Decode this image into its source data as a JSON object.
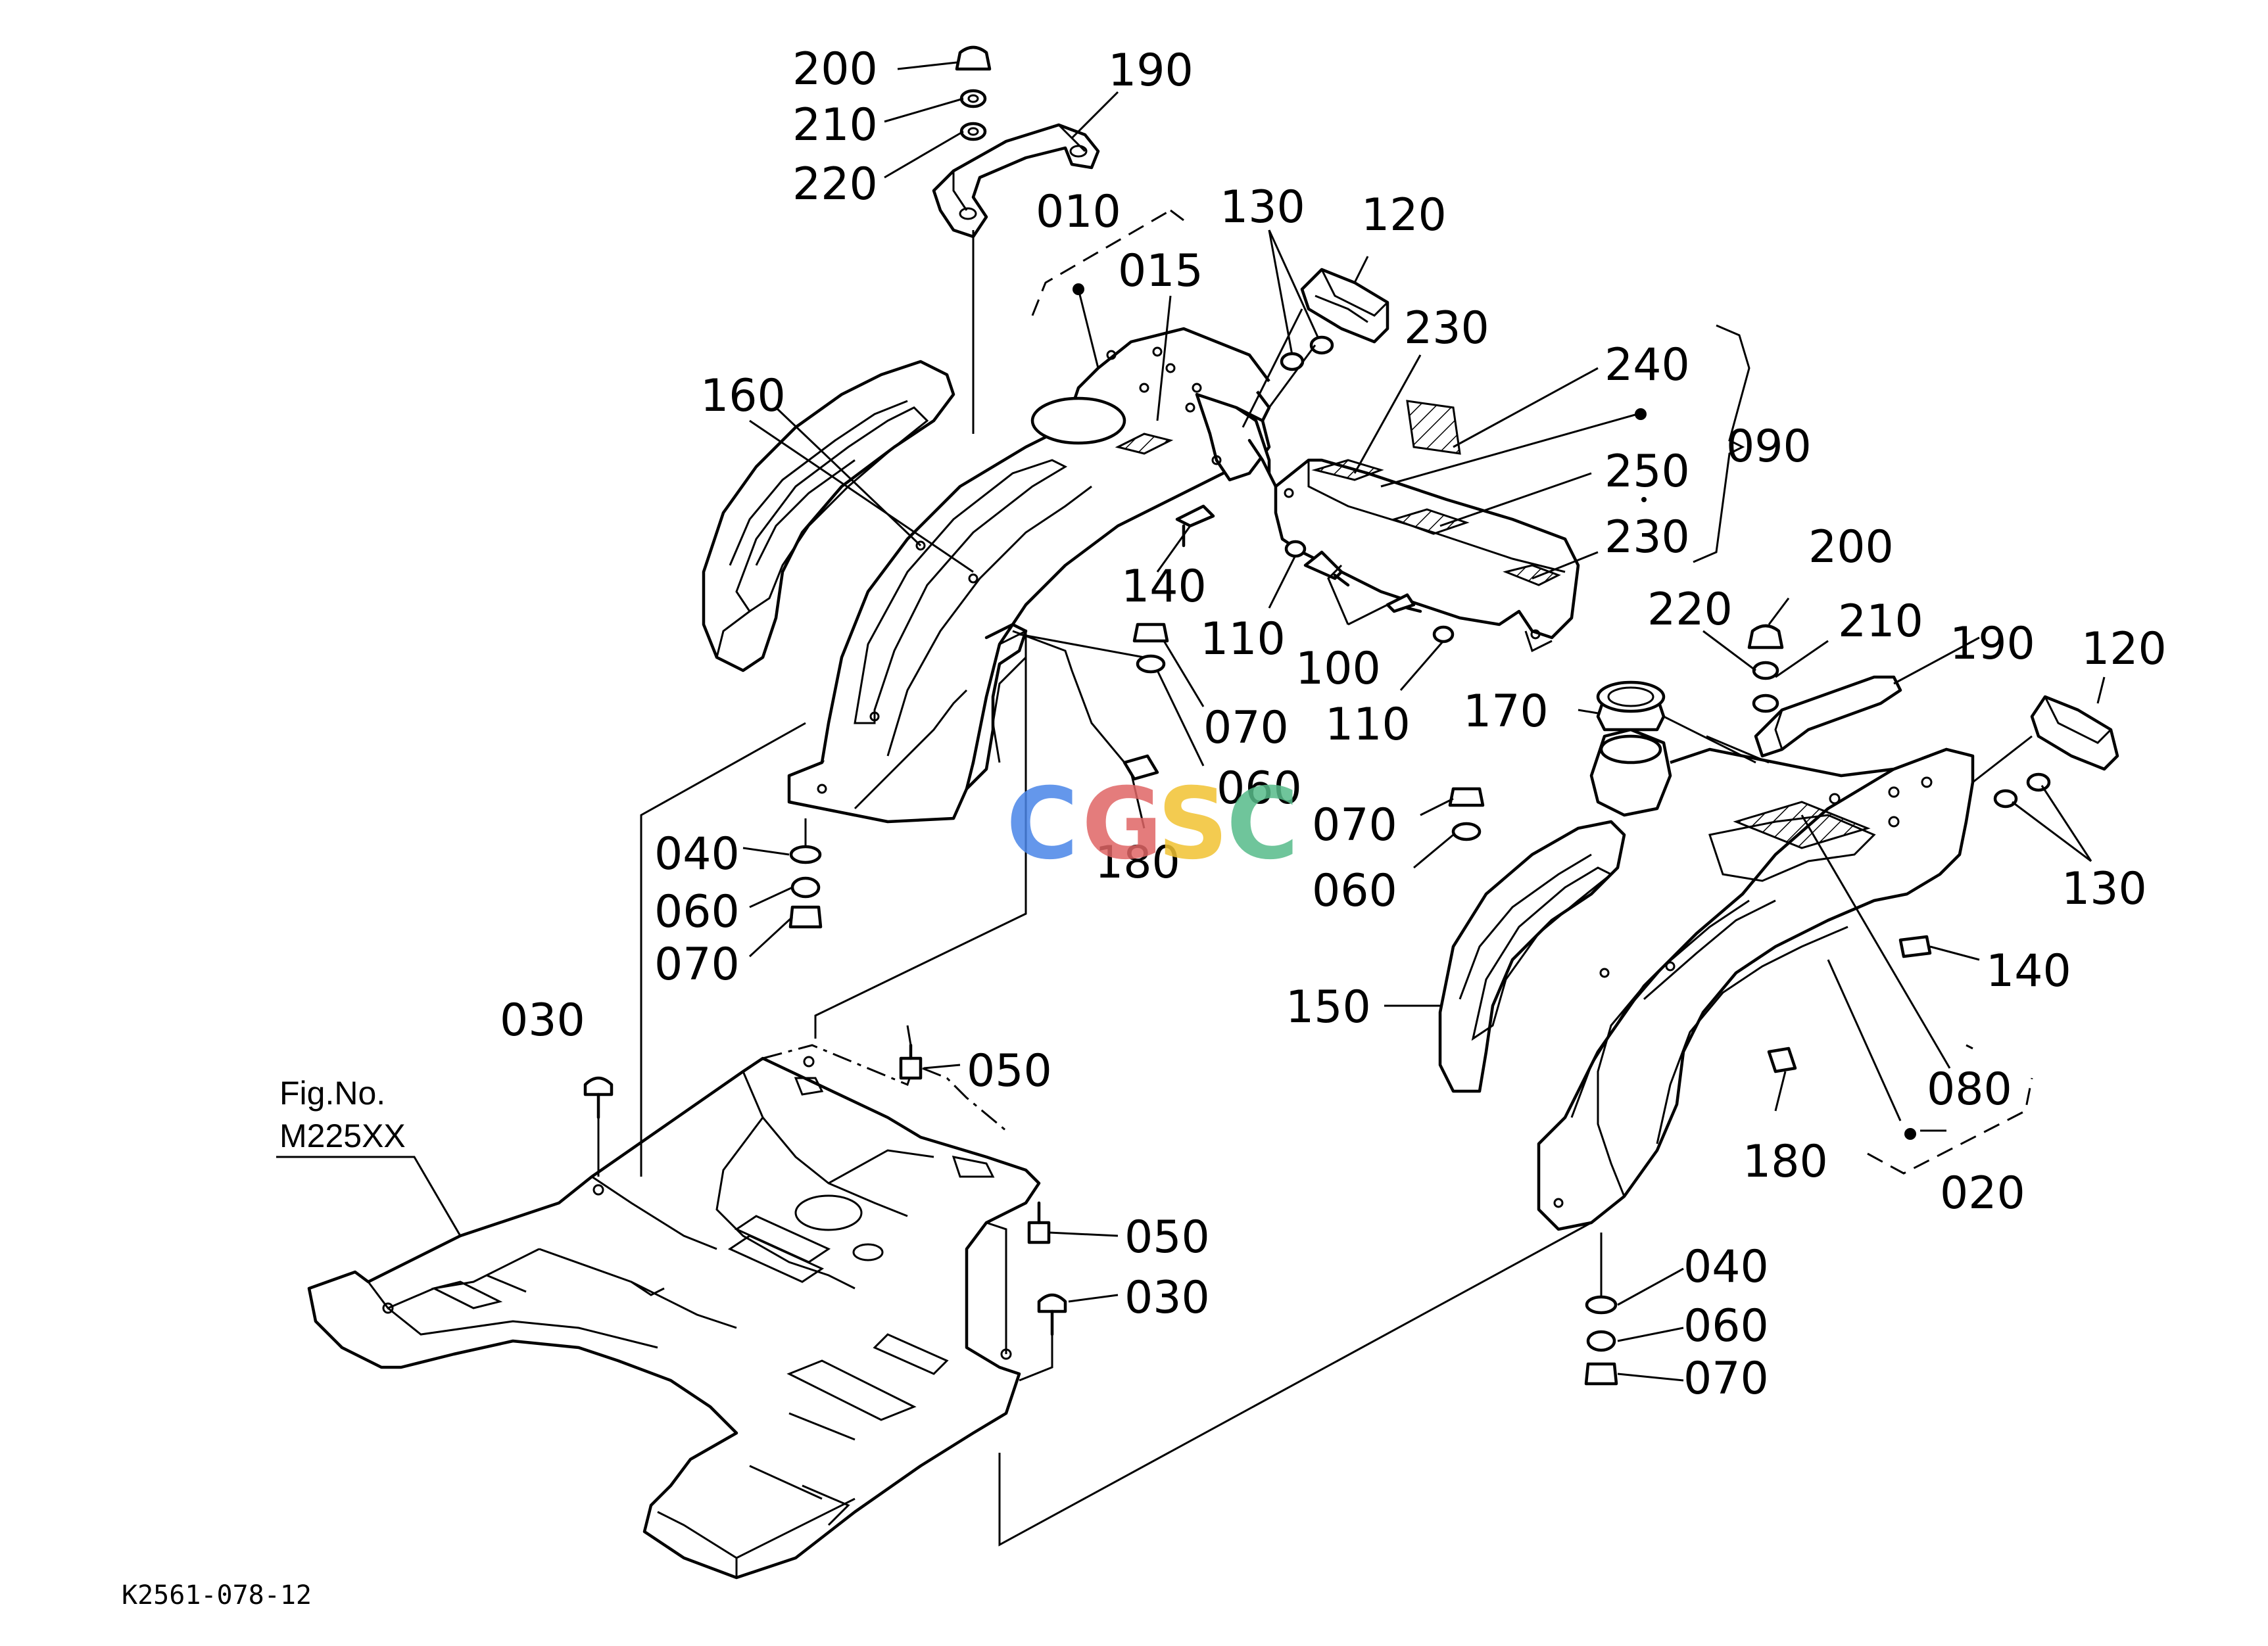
{
  "callouts": {
    "c200a": "200",
    "c210a": "210",
    "c220a": "220",
    "c190a": "190",
    "c010": "010",
    "c015": "015",
    "c130a": "130",
    "c120a": "120",
    "c230a": "230",
    "c240": "240",
    "c090": "090",
    "c250": "250",
    "c230b": "230",
    "c160": "160",
    "c140a": "140",
    "c110a": "110",
    "c100": "100",
    "c110b": "110",
    "c070a": "070",
    "c060a": "060",
    "c180a": "180",
    "c040a": "040",
    "c060b": "060",
    "c070b": "070",
    "c200b": "200",
    "c220b": "220",
    "c210b": "210",
    "c190b": "190",
    "c120b": "120",
    "c170": "170",
    "c070c": "070",
    "c060c": "060",
    "c130b": "130",
    "c140b": "140",
    "c150": "150",
    "c080": "080",
    "c180b": "180",
    "c020": "020",
    "c030a": "030",
    "c050a": "050",
    "c050b": "050",
    "c030b": "030",
    "c040b": "040",
    "c060d": "060",
    "c070d": "070"
  },
  "fig_ref": {
    "line1": "Fig.No.",
    "line2": "M225XX"
  },
  "drawing_code": "K2561-078-12",
  "watermark": {
    "letters": [
      "C",
      "G",
      "S",
      "C"
    ],
    "colors": [
      "#4a86e8",
      "#e06666",
      "#f1c232",
      "#57bb8a"
    ]
  }
}
